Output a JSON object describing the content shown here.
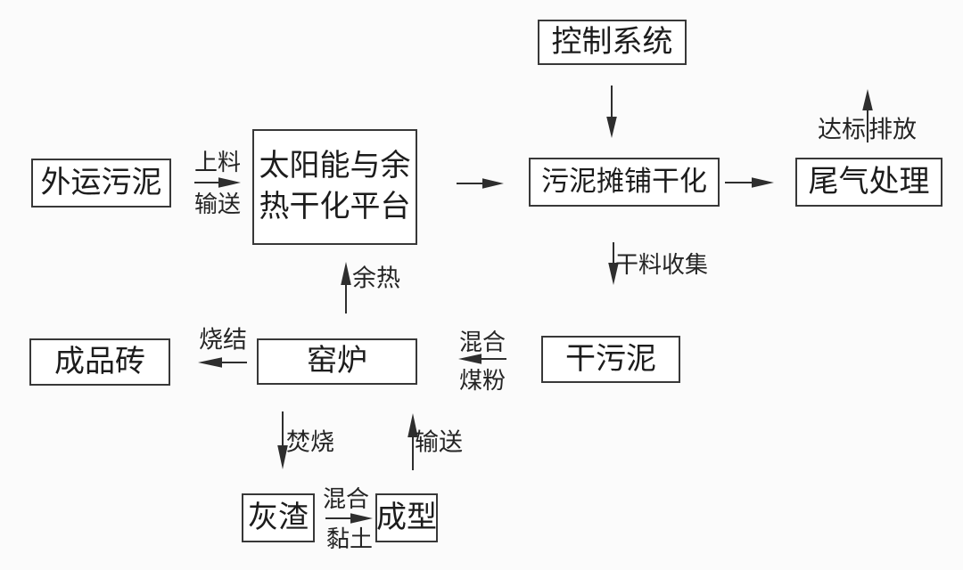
{
  "diagram_type": "flowchart",
  "colors": {
    "background": "#fbfbfb",
    "box_fill": "#ffffff",
    "line": "#2e2e2e",
    "text": "#1c1c1c"
  },
  "nodes": {
    "outsourced_sludge": "外运污泥",
    "solar_platform": {
      "line1": "太阳能与余",
      "line2": "热干化平台"
    },
    "control_system": "控制系统",
    "sludge_spreading_drying": "污泥摊铺干化",
    "tail_gas_treatment": "尾气处理",
    "dry_sludge": "干污泥",
    "kiln": "窑炉",
    "finished_brick": "成品砖",
    "ash_residue": "灰渣",
    "forming": "成型"
  },
  "edges": {
    "feed": {
      "top": "上料",
      "bottom": "输送"
    },
    "discharge": {
      "left": "达标",
      "right": "排放"
    },
    "dry_material_collection": "干料收集",
    "waste_heat": "余热",
    "mixed_coal": {
      "top": "混合",
      "bottom": "煤粉"
    },
    "sintering": "烧结",
    "incineration": "焚烧",
    "conveying": "输送",
    "mixed_clay": {
      "top": "混合",
      "bottom": "黏土"
    }
  }
}
